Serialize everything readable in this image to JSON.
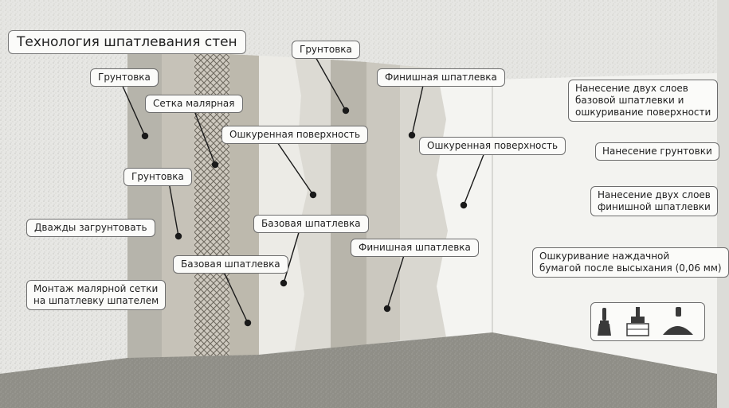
{
  "title": "Технология шпатлевания стен",
  "layer_labels": {
    "gruntovka_top": "Грунтовка",
    "gruntovka_left": "Грунтовка",
    "setka": "Сетка малярная",
    "gruntovka_mid": "Грунтовка",
    "oshkur_1": "Ошкуренная поверхность",
    "finish_top": "Финишная шпатлевка",
    "oshkur_2": "Ошкуренная поверхность",
    "bazovaya_1": "Базовая шпатлевка",
    "bazovaya_2": "Базовая шпатлевка",
    "finish_mid": "Финишная шпатлевка"
  },
  "left_notes": {
    "dvazhdy": "Дважды загрунтовать",
    "montazh": "Монтаж малярной сетки\nна шпатлевку шпателем"
  },
  "steps": [
    "Нанесение двух слоев\nбазовой шпатлевки и\nошкуривание поверхности",
    "Нанесение грунтовки",
    "Нанесение двух слоев\nфинишной шпатлевки",
    "Ошкуривание наждачной\nбумагой после высыхания (0,06 мм)"
  ],
  "tool_icons": [
    "brush-icon",
    "paint-roller-icon",
    "spatula-icon"
  ]
}
